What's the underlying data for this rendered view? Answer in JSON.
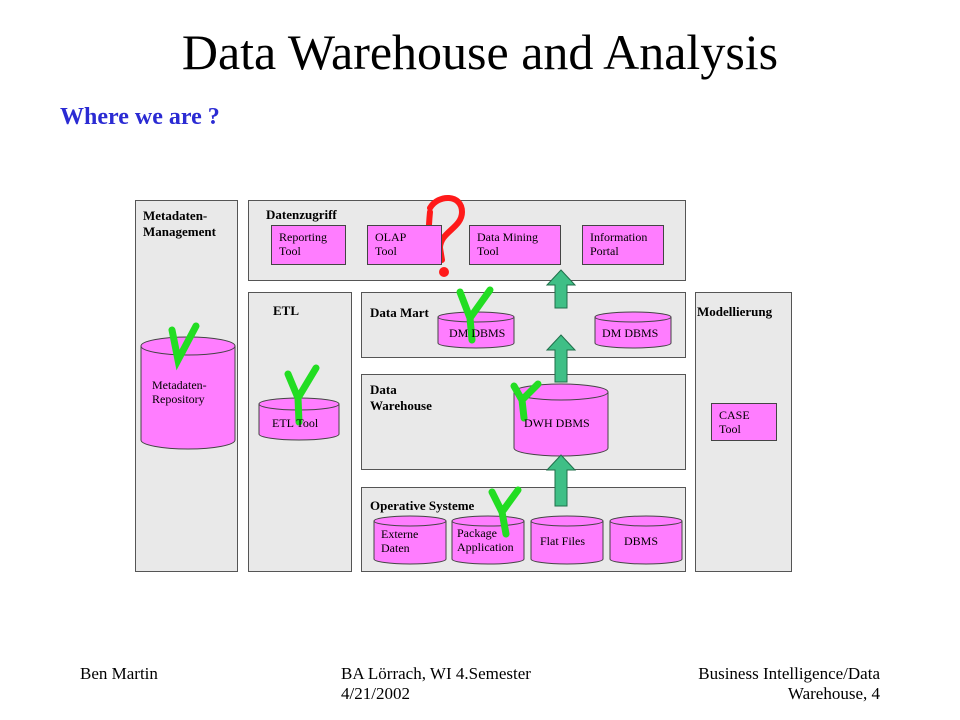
{
  "slide": {
    "title": "Data Warehouse and Analysis",
    "subtitle": "Where we are ?"
  },
  "diagram": {
    "metadata_panel": {
      "label": "Metadaten-\nManagement",
      "repository": "Metadaten-\nRepository"
    },
    "datenzugriff_panel": {
      "label": "Datenzugriff",
      "tools": [
        "Reporting\nTool",
        "OLAP\nTool",
        "Data Mining\nTool",
        "Information\nPortal"
      ]
    },
    "etl_panel": {
      "label": "ETL",
      "tool": "ETL Tool"
    },
    "datamart_panel": {
      "label": "Data Mart",
      "dbms": [
        "DM DBMS",
        "DM DBMS"
      ]
    },
    "dwh_panel": {
      "label": "Data\nWarehouse",
      "dbms": "DWH DBMS"
    },
    "operative_panel": {
      "label": "Operative Systeme",
      "sources": [
        "Externe\nDaten",
        "Package\nApplication",
        "Flat Files",
        "DBMS"
      ]
    },
    "modellierung_panel": {
      "label": "Modellierung",
      "tool": "CASE\nTool"
    },
    "colors": {
      "panel": "#e9e9e9",
      "box": "#ff7dff",
      "arrow": "#3fbf86",
      "check": "#22dd22",
      "question": "#ff1a1a"
    },
    "annotations": {
      "question_mark": "?",
      "check_marks": 5
    }
  },
  "footer": {
    "author": "Ben Martin",
    "course": "BA Lörrach, WI 4.Semester\n4/21/2002",
    "topic": "Business Intelligence/Data\nWarehouse, 4"
  }
}
